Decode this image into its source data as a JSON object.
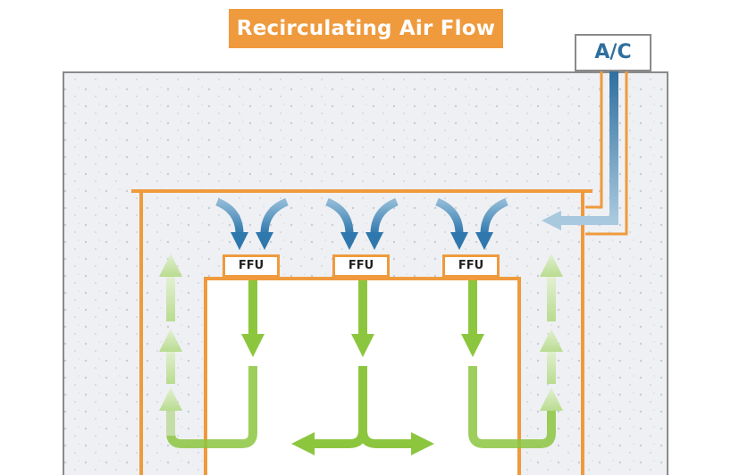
{
  "diagram": {
    "title": "Recirculating Air Flow",
    "ac_label": "A/C",
    "ffu_units": [
      {
        "label": "FFU"
      },
      {
        "label": "FFU"
      },
      {
        "label": "FFU"
      }
    ]
  },
  "colors": {
    "accent_orange": "#ef9a3d",
    "supply_blue": "#3a7fb0",
    "airflow_green": "#8cc63f",
    "return_green_faded": "#cfe6b4",
    "room_background": "#eef0f3",
    "frame_gray": "#8a8a8a"
  },
  "icons": [
    "down-arrow-icon",
    "left-arrow-icon",
    "right-arrow-icon",
    "up-arrow-icon",
    "curved-arrow-icon"
  ]
}
